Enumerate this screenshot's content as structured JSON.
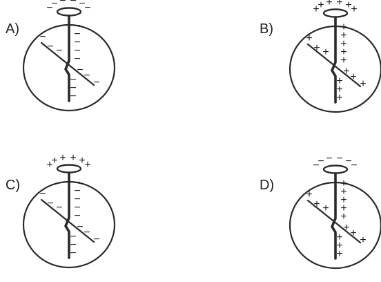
{
  "panels": [
    {
      "label": "A)",
      "top_charge": "−",
      "stem_charge": "−",
      "leaf_charge": "−"
    },
    {
      "label": "B)",
      "top_charge": "+",
      "stem_charge": "+",
      "leaf_charge": "+"
    },
    {
      "label": "C)",
      "top_charge": "+",
      "stem_charge": "−",
      "leaf_charge": "−"
    },
    {
      "label": "D)",
      "top_charge": "−",
      "stem_charge": "+",
      "leaf_charge": "+"
    }
  ]
}
